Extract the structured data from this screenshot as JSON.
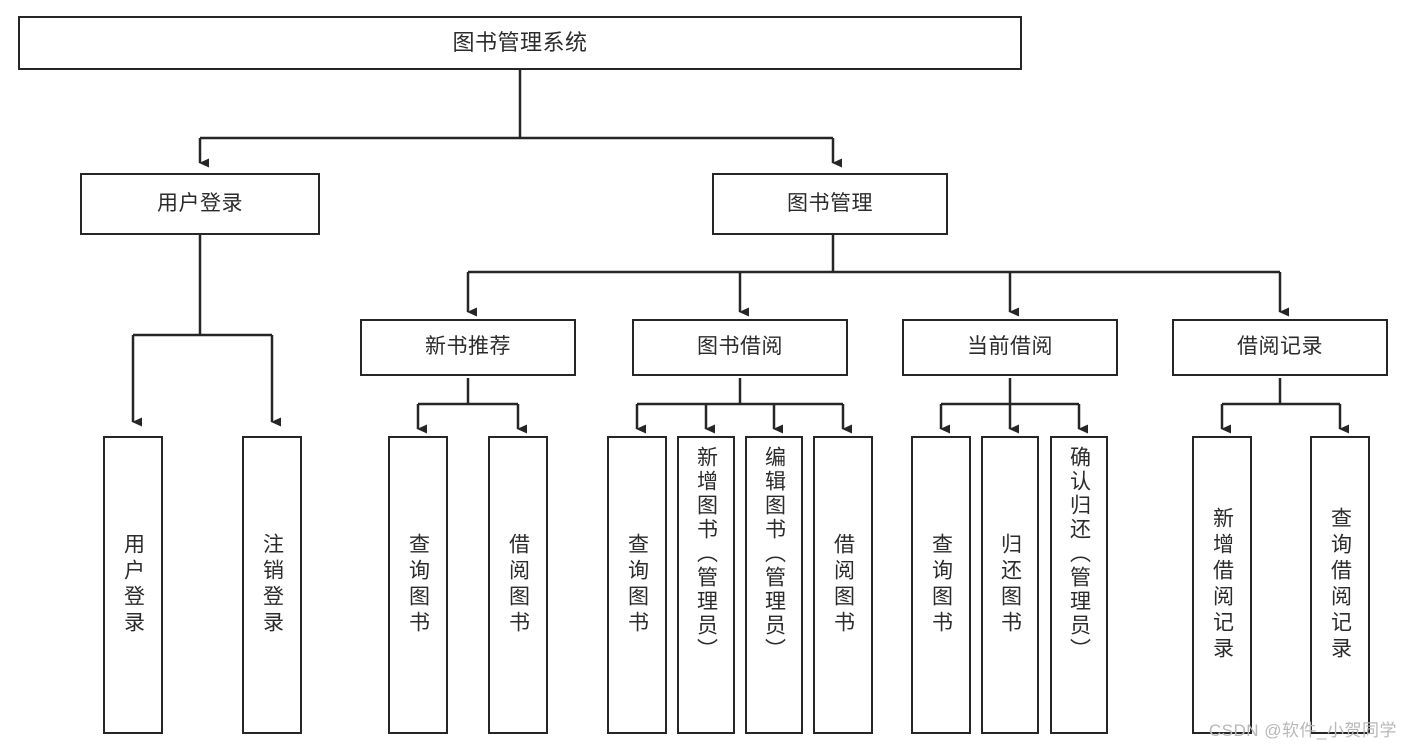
{
  "diagram": {
    "title": "图书管理系统",
    "type": "tree-hierarchy-chart",
    "stroke_color": "#262626",
    "text_color": "#2b2b2b",
    "background_color": "#ffffff",
    "watermark": "CSDN @软件_小贺同学"
  },
  "nodes": {
    "root": {
      "label": "图书管理系统"
    },
    "level2": [
      {
        "label": "用户登录"
      },
      {
        "label": "图书管理"
      }
    ],
    "level3": [
      {
        "label": "新书推荐"
      },
      {
        "label": "图书借阅"
      },
      {
        "label": "当前借阅"
      },
      {
        "label": "借阅记录"
      }
    ],
    "leaves": {
      "user_login": [
        {
          "label": "用户登录"
        },
        {
          "label": "注销登录"
        }
      ],
      "new_book_recommend": [
        {
          "label": "查询图书"
        },
        {
          "label": "借阅图书"
        }
      ],
      "book_borrow": [
        {
          "label": "查询图书"
        },
        {
          "label": "新增图书（管理员）"
        },
        {
          "label": "编辑图书（管理员）"
        },
        {
          "label": "借阅图书"
        }
      ],
      "current_borrow": [
        {
          "label": "查询图书"
        },
        {
          "label": "归还图书"
        },
        {
          "label": "确认归还（管理员）"
        }
      ],
      "borrow_record": [
        {
          "label": "新增借阅记录"
        },
        {
          "label": "查询借阅记录"
        }
      ]
    }
  }
}
